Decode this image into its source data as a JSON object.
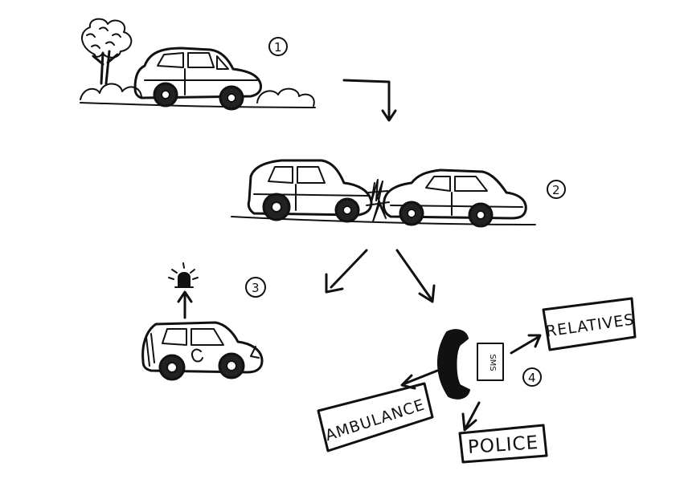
{
  "steps": {
    "one": "1",
    "two": "2",
    "three": "3",
    "four": "4"
  },
  "labels": {
    "ambulance": "AMBULANCE",
    "police": "POLICE",
    "relatives": "RELATIVES",
    "sms": "SMS"
  }
}
